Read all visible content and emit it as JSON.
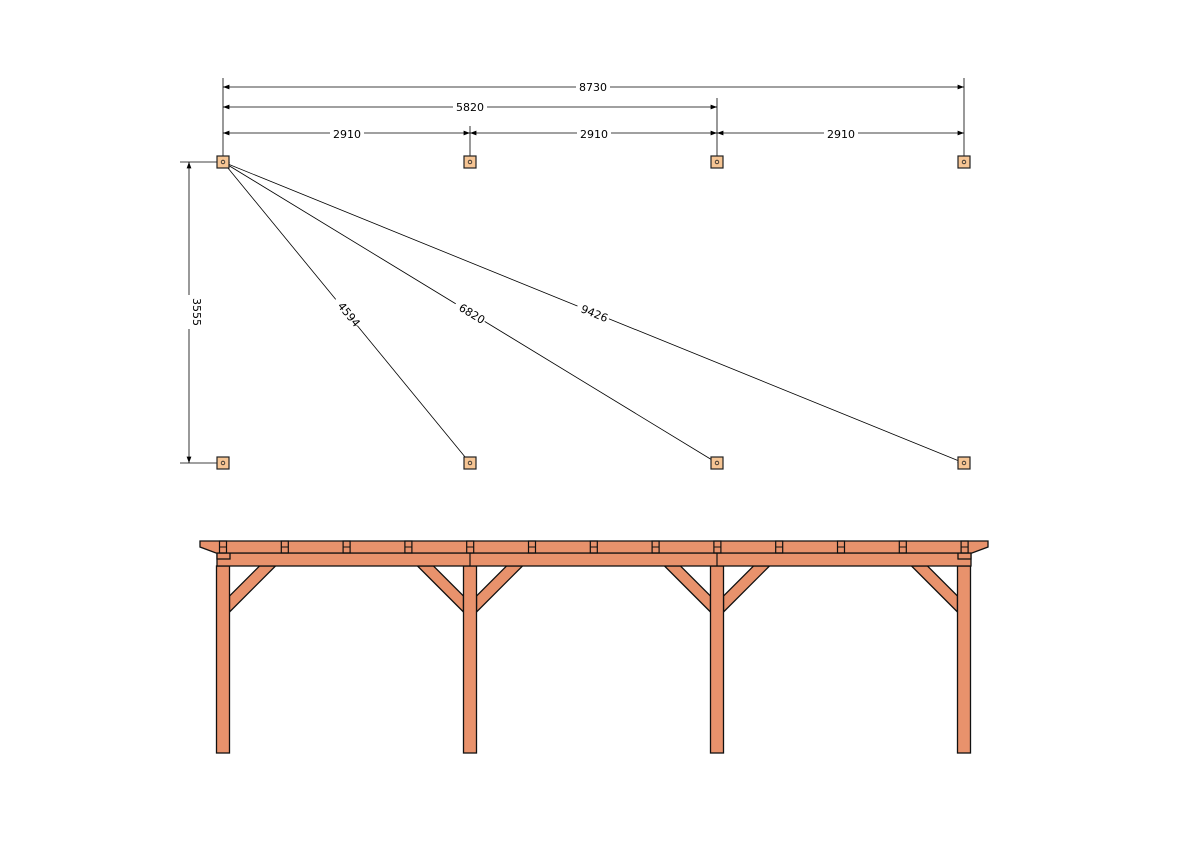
{
  "plan": {
    "dimensions": {
      "overall": "8730",
      "two_bays": "5820",
      "bay_1": "2910",
      "bay_2": "2910",
      "bay_3": "2910",
      "depth": "3555",
      "diag_1": "4594",
      "diag_2": "6820",
      "diag_3": "9426"
    }
  },
  "colors": {
    "wood": "#e8926c",
    "post_top": "#f6c594",
    "line": "#000000"
  }
}
